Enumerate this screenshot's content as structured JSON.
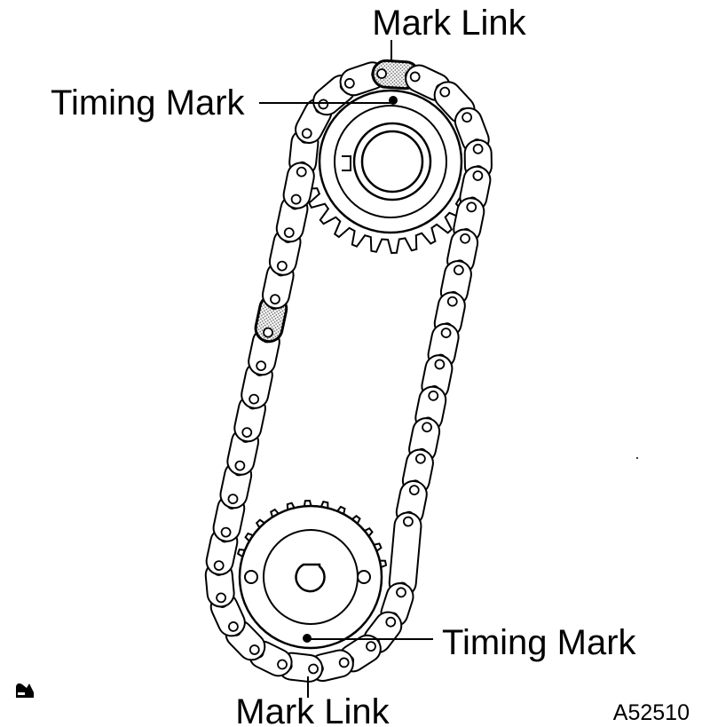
{
  "labels": {
    "mark_link_top": "Mark Link",
    "timing_mark_top": "Timing Mark",
    "timing_mark_bottom": "Timing Mark",
    "mark_link_bottom": "Mark Link"
  },
  "figure_code": "A52510",
  "icons": {
    "corner": "small-vehicle-icon"
  }
}
